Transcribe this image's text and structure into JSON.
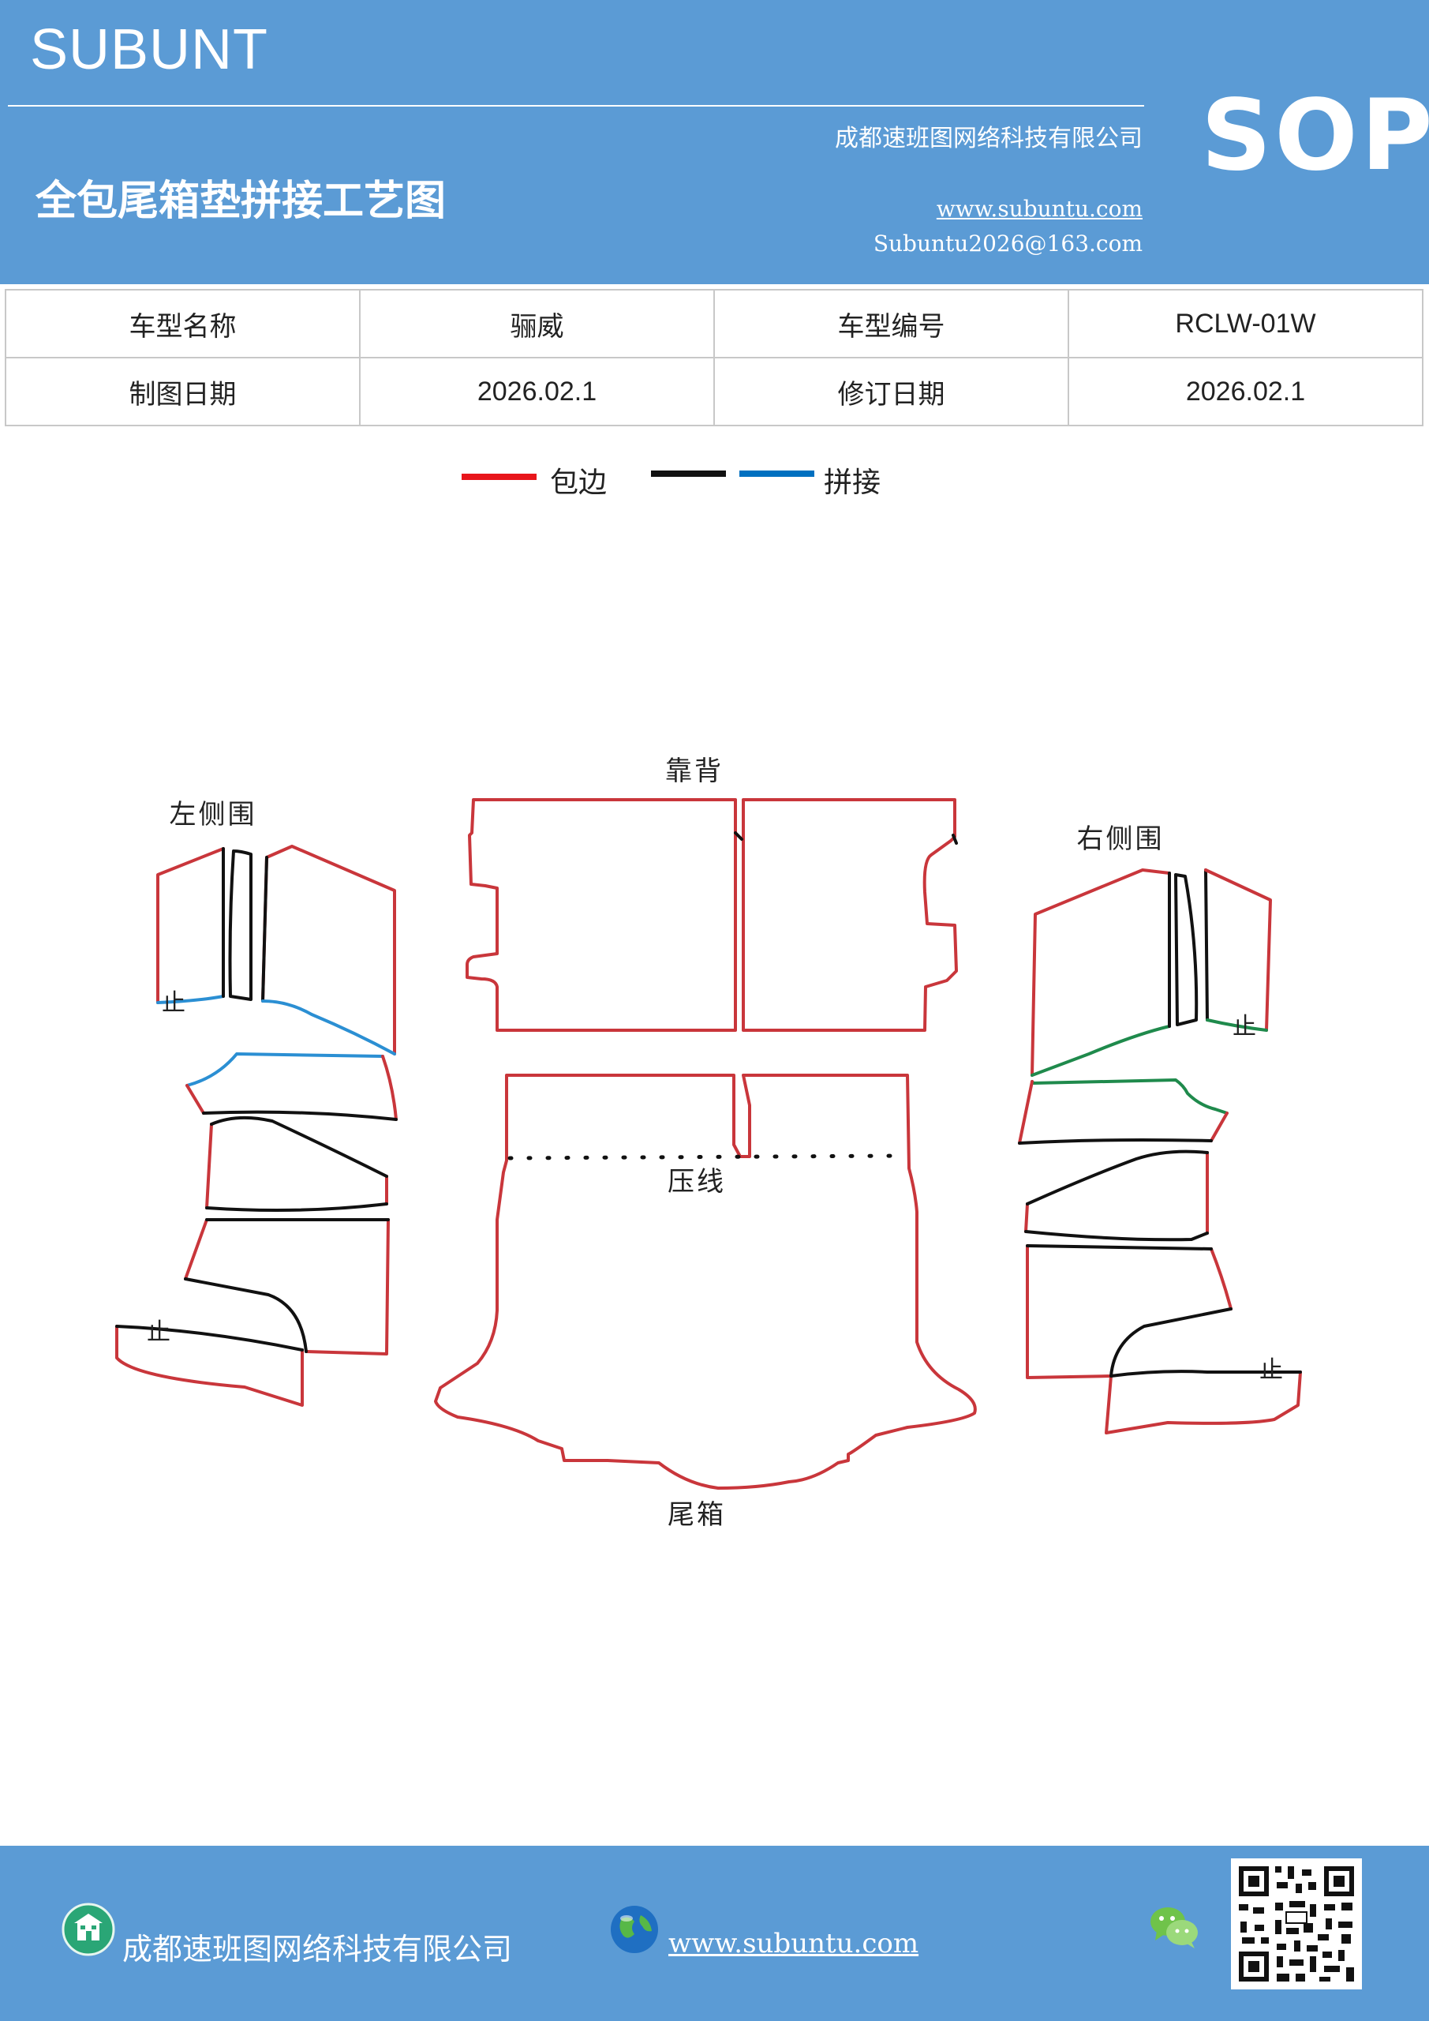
{
  "header": {
    "brand": "SUBUNT",
    "company": "成都速班图网络科技有限公司",
    "sop": "SOP",
    "title": "全包尾箱垫拼接工艺图",
    "website": "www.subuntu.com",
    "email": "Subuntu2026@163.com"
  },
  "info_table": {
    "rows": [
      [
        "车型名称",
        "骊威",
        "车型编号",
        "RCLW-01W"
      ],
      [
        "制图日期",
        "2026.02.1",
        "修订日期",
        "2026.02.1"
      ]
    ]
  },
  "legend": {
    "items": [
      {
        "color": "#e8151b",
        "label": "包边"
      },
      {
        "color": "#111111",
        "label": ""
      },
      {
        "color": "#0070c0",
        "label": "拼接"
      }
    ]
  },
  "diagram": {
    "labels": {
      "backrest": "靠背",
      "left_side": "左侧围",
      "right_side": "右侧围",
      "press_line": "压线",
      "trunk": "尾箱",
      "stop": "止"
    },
    "colors": {
      "edge": "#c9363b",
      "seam_black": "#111111",
      "seam_blue": "#2b8fd3",
      "seam_green": "#1f8a4c"
    }
  },
  "footer": {
    "company": "成都速班图网络科技有限公司",
    "website": "www.subuntu.com"
  },
  "colors": {
    "header_bg": "#5b9bd5",
    "footer_bg": "#5b9bd5"
  }
}
